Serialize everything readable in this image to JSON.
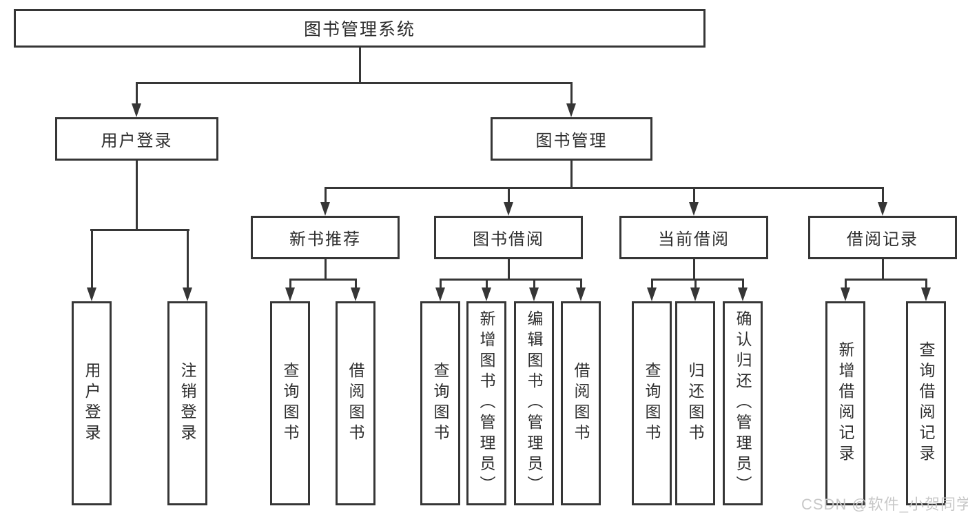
{
  "diagram_title": "图书管理系统",
  "colors": {
    "line": "#363636",
    "text": "#2e2e2e",
    "background": "#ffffff",
    "watermark": "#c8c8c8"
  },
  "tree": {
    "root": "图书管理系统",
    "branches": [
      {
        "label": "用户登录",
        "children": [
          "用户登录",
          "注销登录"
        ]
      },
      {
        "label": "图书管理",
        "children": [
          {
            "label": "新书推荐",
            "children": [
              "查询图书",
              "借阅图书"
            ]
          },
          {
            "label": "图书借阅",
            "children": [
              "查询图书",
              "新增图书（管理员）",
              "编辑图书（管理员）",
              "借阅图书"
            ]
          },
          {
            "label": "当前借阅",
            "children": [
              "查询图书",
              "归还图书",
              "确认归还（管理员）"
            ]
          },
          {
            "label": "借阅记录",
            "children": [
              "新增借阅记录",
              "查询借阅记录"
            ]
          }
        ]
      }
    ]
  },
  "watermark": {
    "text": "CSDN @软件_小贺同学"
  }
}
